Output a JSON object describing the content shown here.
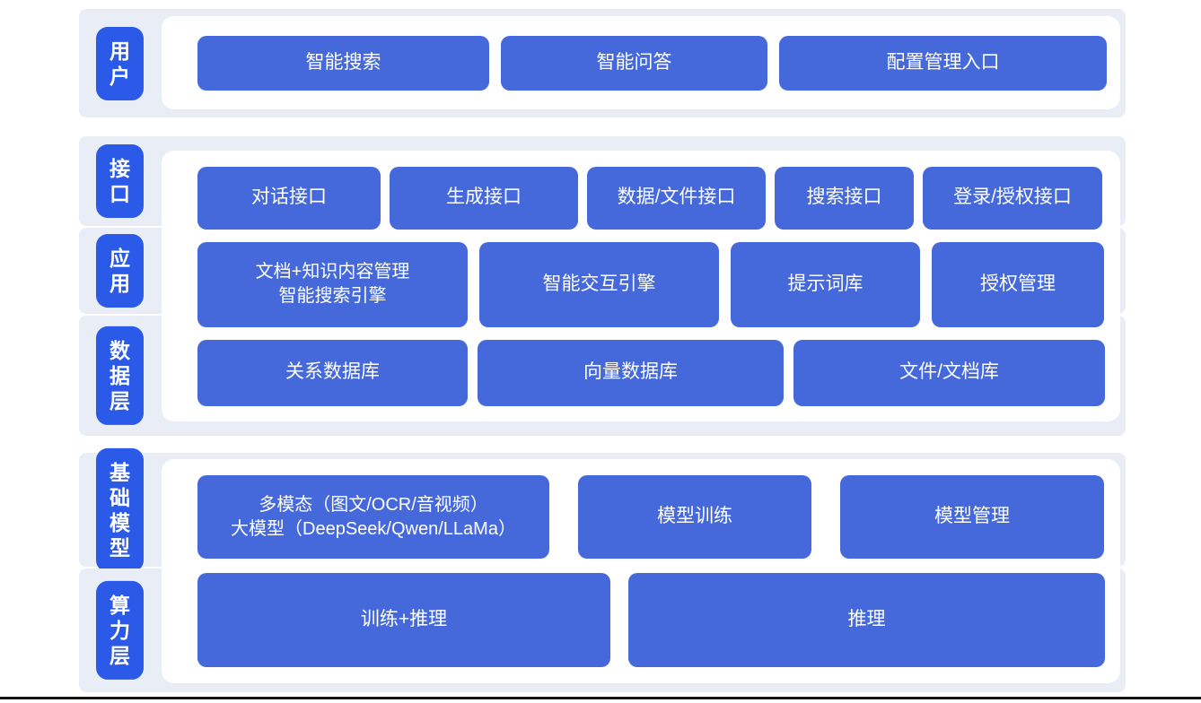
{
  "colors": {
    "label_blue": "#2b59e8",
    "block_blue": "#4569db",
    "strip_bg": "#e9eef6",
    "panel_bg": "#ffffff",
    "block_text": "#ffffff",
    "divider": "#151515"
  },
  "layers": {
    "user": {
      "label": "用\n户"
    },
    "interface": {
      "label": "接\n口"
    },
    "application": {
      "label": "应\n用"
    },
    "data": {
      "label": "数\n据\n层"
    },
    "foundation_model": {
      "label": "基\n础\n模\n型"
    },
    "compute": {
      "label": "算\n力\n层"
    }
  },
  "blocks": {
    "smart_search": "智能搜索",
    "smart_qa": "智能问答",
    "config_entry": "配置管理入口",
    "dialog_api": "对话接口",
    "generation_api": "生成接口",
    "data_file_api": "数据/文件接口",
    "search_api": "搜索接口",
    "login_auth_api": "登录/授权接口",
    "doc_knowledge": "文档+知识内容管理\n智能搜索引擎",
    "interaction_engine": "智能交互引擎",
    "prompt_library": "提示词库",
    "auth_mgmt": "授权管理",
    "relational_db": "关系数据库",
    "vector_db": "向量数据库",
    "file_doc_store": "文件/文档库",
    "multimodal_llm": "多模态（图文/OCR/音视频）\n大模型（DeepSeek/Qwen/LLaMa）",
    "model_training": "模型训练",
    "model_mgmt": "模型管理",
    "training_inference": "训练+推理",
    "inference": "推理"
  }
}
